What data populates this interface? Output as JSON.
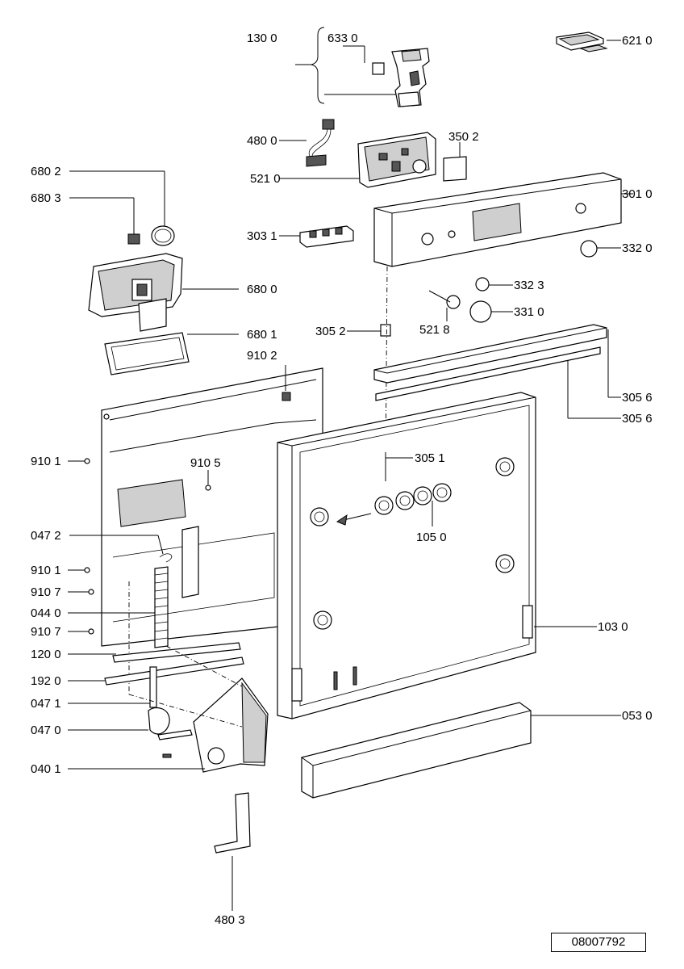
{
  "diagram": {
    "labels": {
      "p1300": "130 0",
      "p6330": "633 0",
      "p6210": "621 0",
      "p4800": "480 0",
      "p3502": "350 2",
      "p5210": "521 0",
      "p6802": "680 2",
      "p6803": "680 3",
      "p3010": "301 0",
      "p3031": "303 1",
      "p3320": "332 0",
      "p6800": "680 0",
      "p3323": "332 3",
      "p3310": "331 0",
      "p5218": "521 8",
      "p3052": "305 2",
      "p6801": "680 1",
      "p9102": "910 2",
      "p3056a": "305 6",
      "p3056b": "305 6",
      "p9101a": "910 1",
      "p9105": "910 5",
      "p3051": "305 1",
      "p0472": "047 2",
      "p1050": "105 0",
      "p9101b": "910 1",
      "p9107a": "910 7",
      "p0440": "044 0",
      "p9107b": "910 7",
      "p1030": "103 0",
      "p1200": "120 0",
      "p1920": "192 0",
      "p0471": "047 1",
      "p0470": "047 0",
      "p0530": "053 0",
      "p0401": "040 1",
      "p4803": "480 3"
    },
    "reference_number": "08007792"
  }
}
